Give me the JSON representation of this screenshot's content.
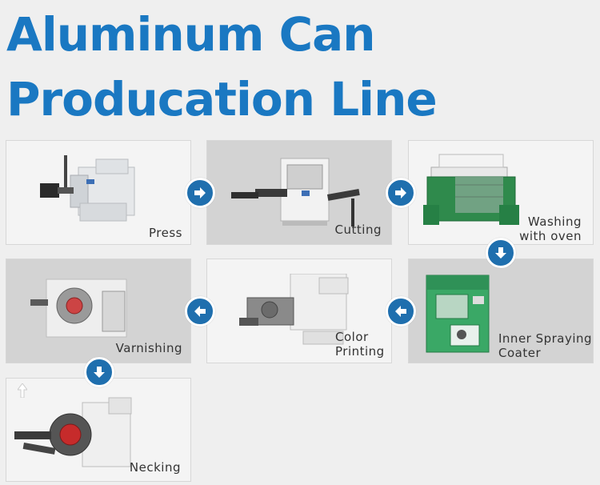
{
  "title": {
    "line1": "Aluminum Can",
    "line2": "Producation Line"
  },
  "steps": [
    {
      "label": "Press"
    },
    {
      "label": "Cutting"
    },
    {
      "label_line1": "Washing",
      "label_line2": "with oven"
    },
    {
      "label_line1": "Inner Spraying",
      "label_line2": "Coater"
    },
    {
      "label_line1": "Color",
      "label_line2": "Printing"
    },
    {
      "label": "Varnishing"
    },
    {
      "label": "Necking"
    }
  ],
  "icons": {
    "arrow_right": "arrow-right-icon",
    "arrow_left": "arrow-left-icon",
    "arrow_down": "arrow-down-icon",
    "arrow_up": "arrow-up-icon"
  },
  "colors": {
    "title": "#1a78c2",
    "arrow_button": "#1f6fae",
    "card_light": "#f4f4f4",
    "card_dark": "#d3d3d3"
  }
}
